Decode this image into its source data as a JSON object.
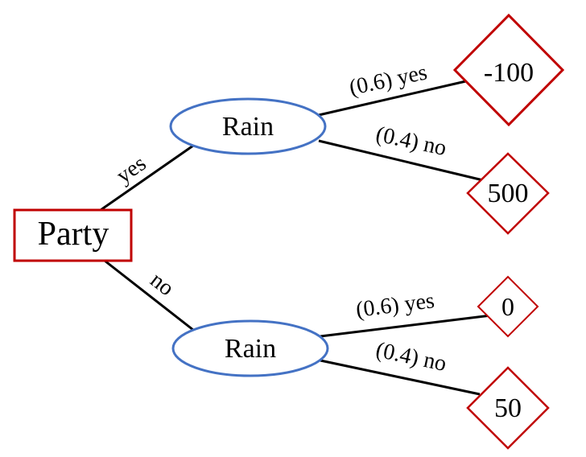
{
  "colors": {
    "decision_stroke": "#c00000",
    "chance_stroke": "#4472c4",
    "outcome_stroke": "#c00000",
    "edge": "#000000",
    "text": "#000000"
  },
  "decision": {
    "label": "Party"
  },
  "branches": [
    {
      "label": "yes",
      "chance": {
        "label": "Rain"
      },
      "outcomes": [
        {
          "edge_label": "(0.6) yes",
          "value": "-100"
        },
        {
          "edge_label": "(0.4) no",
          "value": "500"
        }
      ]
    },
    {
      "label": "no",
      "chance": {
        "label": "Rain"
      },
      "outcomes": [
        {
          "edge_label": "(0.6) yes",
          "value": "0"
        },
        {
          "edge_label": "(0.4) no",
          "value": "50"
        }
      ]
    }
  ]
}
